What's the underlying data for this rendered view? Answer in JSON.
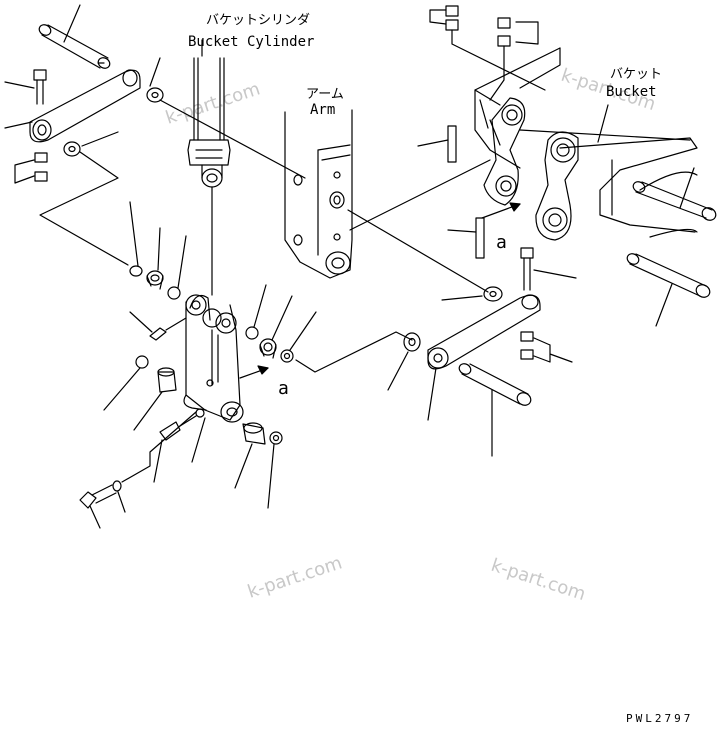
{
  "labels": {
    "bucket_cylinder_jp": "バケットシリンダ",
    "bucket_cylinder_en": "Bucket Cylinder",
    "arm_jp": "アーム",
    "arm_en": "Arm",
    "bucket_jp": "バケット",
    "bucket_en": "Bucket",
    "ref_a_left": "a",
    "ref_a_right": "a",
    "drawing_code": "PWL2797"
  },
  "watermark": {
    "text_1": "k-part.com",
    "text_2": "k-part.com",
    "text_3": "k-part.com",
    "text_4": "k-part.com"
  },
  "colors": {
    "line": "#000000",
    "watermark": "#c8c8c8"
  }
}
